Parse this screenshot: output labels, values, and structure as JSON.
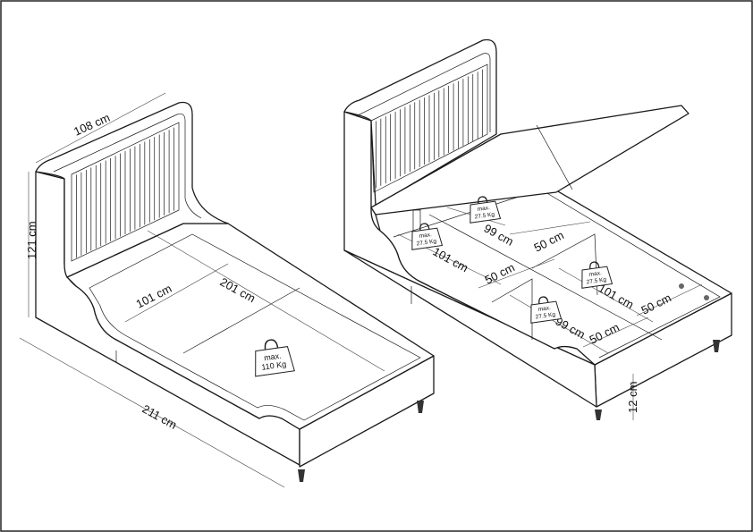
{
  "diagram": {
    "left_bed": {
      "width_label": "108 cm",
      "height_label": "121 cm",
      "length_label": "211 cm",
      "inner_length_label": "201 cm",
      "inner_width_label": "101 cm",
      "weight_limit": {
        "line1": "max.",
        "line2": "110 Kg"
      }
    },
    "right_bed": {
      "compartments": [
        {
          "length_label": "99 cm",
          "width_label": "50 cm",
          "weight": {
            "line1": "max.",
            "line2": "27.5 Kg"
          }
        },
        {
          "length_label": "101 cm",
          "width_label": "50 cm",
          "weight": {
            "line1": "max.",
            "line2": "27.5 Kg"
          }
        },
        {
          "length_label": "101 cm",
          "width_label": "50 cm",
          "weight": {
            "line1": "max.",
            "line2": "27.5 Kg"
          }
        },
        {
          "length_label": "99 cm",
          "width_label": "50 cm",
          "weight": {
            "line1": "max.",
            "line2": "27.5 Kg"
          }
        }
      ],
      "leg_height_label": "12 cm"
    }
  }
}
